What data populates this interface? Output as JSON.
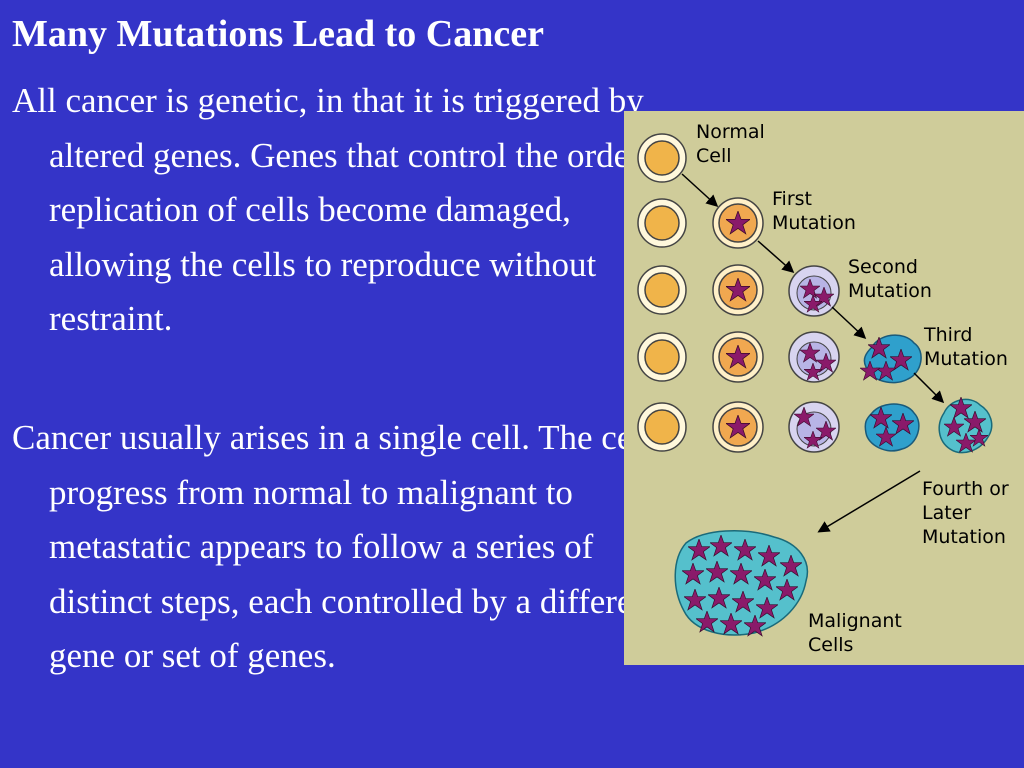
{
  "slide": {
    "title": "Many Mutations Lead to Cancer",
    "paragraphs": [
      "All cancer is genetic, in that it is triggered by altered genes. Genes that control the orderly replication of cells become damaged, allowing the cells to reproduce without restraint.",
      "Cancer usually arises in a single cell. The cell's progress from normal to malignant to metastatic appears to follow a series of distinct steps, each controlled by a different gene or set of genes."
    ]
  },
  "figure": {
    "labels": {
      "normal": [
        "Normal",
        "Cell"
      ],
      "first": [
        "First",
        "Mutation"
      ],
      "second": [
        "Second",
        "Mutation"
      ],
      "third": [
        "Third",
        "Mutation"
      ],
      "fourth": [
        "Fourth or",
        "Later",
        "Mutation"
      ],
      "malignant": [
        "Malignant",
        "Cells"
      ]
    }
  },
  "colors": {
    "background": "#3434c8",
    "text": "#ffffff",
    "panel": "#cfcc9a",
    "normal_cell": "#f0b44a",
    "nucleus_mutated": "#8a1a6a",
    "second_cell": "#b8b4e6",
    "third_cell": "#2fa0cc",
    "fourth_cell": "#55c0cc"
  }
}
